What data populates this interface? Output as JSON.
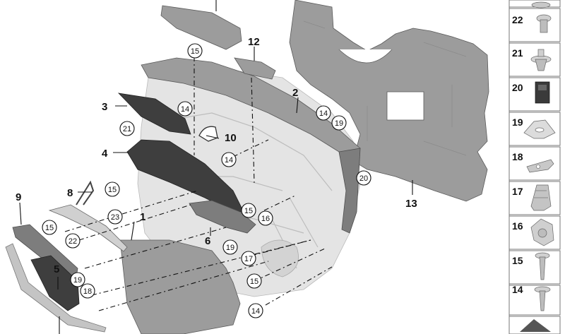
{
  "main_callouts": [
    "1",
    "2",
    "3",
    "4",
    "5",
    "6",
    "8",
    "9",
    "10",
    "12",
    "13"
  ],
  "circled_callouts": [
    "15",
    "14",
    "21",
    "14",
    "19",
    "14",
    "15",
    "15",
    "16",
    "15",
    "23",
    "22",
    "19",
    "17",
    "15",
    "19",
    "18",
    "14",
    "20"
  ],
  "sidebar_items": [
    {
      "number": "22",
      "icon": "stud-icon"
    },
    {
      "number": "21",
      "icon": "expanding-rivet-icon"
    },
    {
      "number": "20",
      "icon": "clip-nut-icon"
    },
    {
      "number": "19",
      "icon": "spring-washer-icon"
    },
    {
      "number": "18",
      "icon": "bracket-clip-icon"
    },
    {
      "number": "17",
      "icon": "spring-clip-icon"
    },
    {
      "number": "16",
      "icon": "holder-clip-icon"
    },
    {
      "number": "15",
      "icon": "screw-icon"
    },
    {
      "number": "14",
      "icon": "flange-screw-icon"
    }
  ],
  "colors": {
    "part_dark": "#7d7d7d",
    "part_light": "#e4e4e4",
    "panel": "#9c9c9c"
  }
}
